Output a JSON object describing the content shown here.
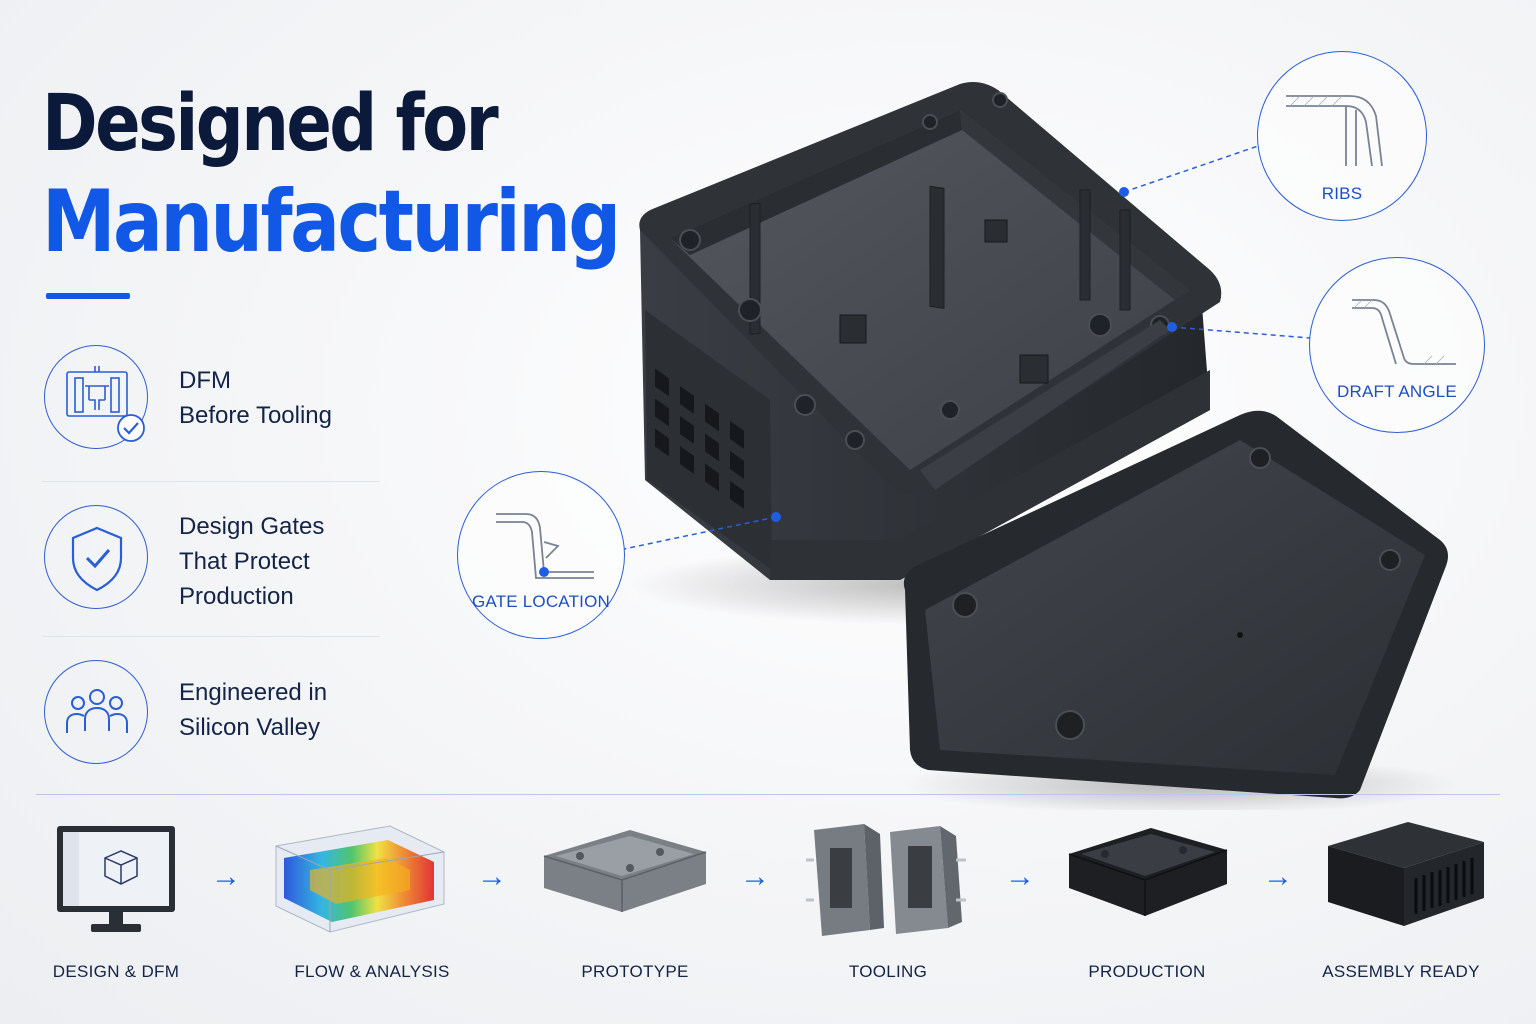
{
  "heading": {
    "line1": "Designed for",
    "line2": "Manufacturing"
  },
  "features": [
    {
      "icon": "mold-check-icon",
      "line1": "DFM",
      "line2": "Before Tooling",
      "line3": ""
    },
    {
      "icon": "shield-check-icon",
      "line1": "Design Gates",
      "line2": "That Protect",
      "line3": "Production"
    },
    {
      "icon": "team-icon",
      "line1": "Engineered in",
      "line2": "Silicon Valley",
      "line3": ""
    }
  ],
  "callouts": {
    "ribs": "RIBS",
    "draft_angle": "DRAFT ANGLE",
    "gate_location": "GATE LOCATION"
  },
  "process": [
    {
      "label": "DESIGN & DFM",
      "icon": "monitor-cube-icon"
    },
    {
      "label": "FLOW & ANALYSIS",
      "icon": "flow-heatmap-icon"
    },
    {
      "label": "PROTOTYPE",
      "icon": "prototype-enclosure-icon"
    },
    {
      "label": "TOOLING",
      "icon": "mold-tool-icon"
    },
    {
      "label": "PRODUCTION",
      "icon": "production-enclosure-icon"
    },
    {
      "label": "ASSEMBLY READY",
      "icon": "assembled-enclosure-icon"
    }
  ],
  "colors": {
    "accent": "#1158e6",
    "navy": "#0b1a3a",
    "part": "#2b2e33"
  }
}
